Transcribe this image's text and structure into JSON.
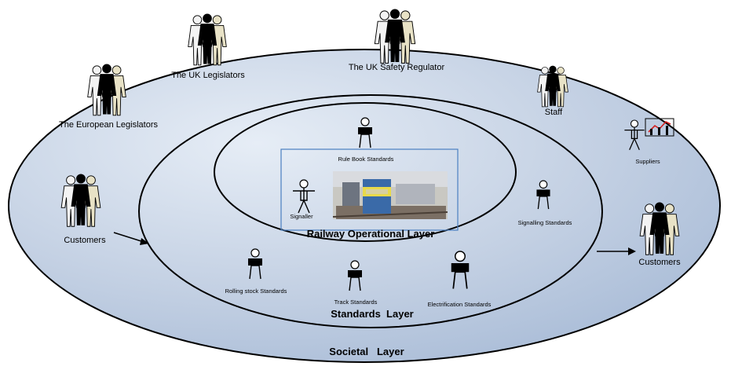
{
  "layers": {
    "societal": "Societal   Layer",
    "standards": "Standards  Layer",
    "operational": "Railway Operational Layer"
  },
  "actors": {
    "uk_legislators": "The UK Legislators",
    "uk_safety_regulator": "The UK Safety Regulator",
    "european_legislators": "The European Legislators",
    "staff": "Staff",
    "suppliers": "Suppliers",
    "customers_in": "Customers",
    "customers_out": "Customers",
    "signaller": "Signaller"
  },
  "standards": {
    "rule_book": "Rule Book Standards",
    "signalling": "Signalling Standards",
    "rolling_stock": "Rolling stock Standards",
    "track": "Track Standards",
    "electrification": "Electrification Standards"
  },
  "colors": {
    "outer_fill": "#b7c6dc",
    "outer_fill_light": "#e4ebf5",
    "ellipse_stroke": "#000000",
    "box_stroke": "#4a7fc1"
  }
}
